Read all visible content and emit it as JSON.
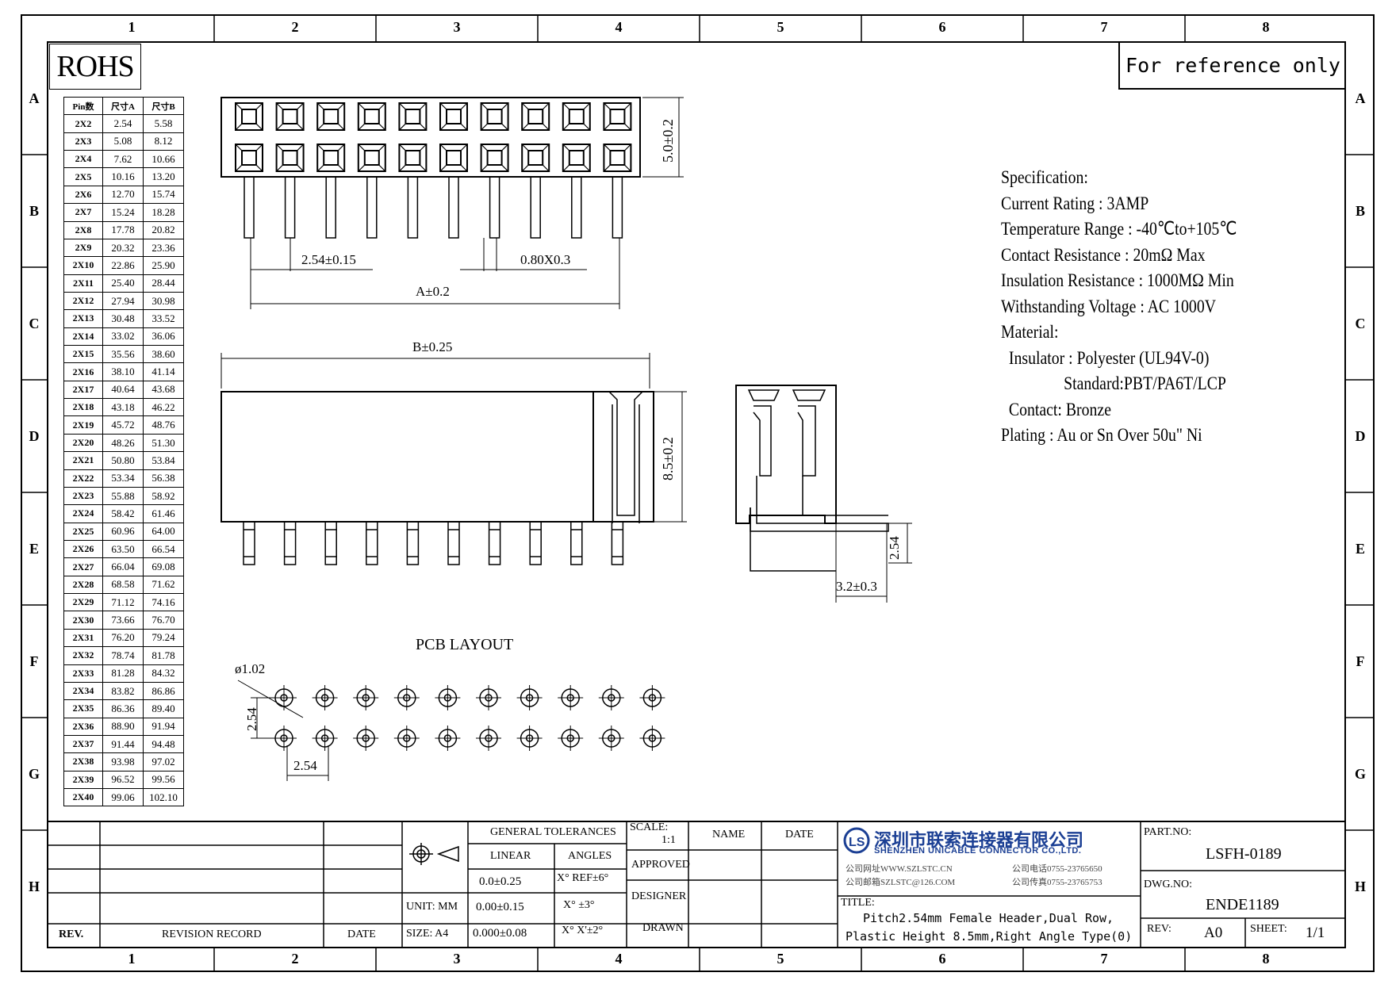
{
  "zones": {
    "columns": [
      "1",
      "2",
      "3",
      "4",
      "5",
      "6",
      "7",
      "8"
    ],
    "rows": [
      "A",
      "B",
      "C",
      "D",
      "E",
      "F",
      "G",
      "H"
    ]
  },
  "header": {
    "rohs": "ROHS",
    "reference_note": "For reference only"
  },
  "pin_table": {
    "headers": [
      "Pin数",
      "尺寸A",
      "尺寸B"
    ],
    "rows": [
      [
        "2X2",
        "2.54",
        "5.58"
      ],
      [
        "2X3",
        "5.08",
        "8.12"
      ],
      [
        "2X4",
        "7.62",
        "10.66"
      ],
      [
        "2X5",
        "10.16",
        "13.20"
      ],
      [
        "2X6",
        "12.70",
        "15.74"
      ],
      [
        "2X7",
        "15.24",
        "18.28"
      ],
      [
        "2X8",
        "17.78",
        "20.82"
      ],
      [
        "2X9",
        "20.32",
        "23.36"
      ],
      [
        "2X10",
        "22.86",
        "25.90"
      ],
      [
        "2X11",
        "25.40",
        "28.44"
      ],
      [
        "2X12",
        "27.94",
        "30.98"
      ],
      [
        "2X13",
        "30.48",
        "33.52"
      ],
      [
        "2X14",
        "33.02",
        "36.06"
      ],
      [
        "2X15",
        "35.56",
        "38.60"
      ],
      [
        "2X16",
        "38.10",
        "41.14"
      ],
      [
        "2X17",
        "40.64",
        "43.68"
      ],
      [
        "2X18",
        "43.18",
        "46.22"
      ],
      [
        "2X19",
        "45.72",
        "48.76"
      ],
      [
        "2X20",
        "48.26",
        "51.30"
      ],
      [
        "2X21",
        "50.80",
        "53.84"
      ],
      [
        "2X22",
        "53.34",
        "56.38"
      ],
      [
        "2X23",
        "55.88",
        "58.92"
      ],
      [
        "2X24",
        "58.42",
        "61.46"
      ],
      [
        "2X25",
        "60.96",
        "64.00"
      ],
      [
        "2X26",
        "63.50",
        "66.54"
      ],
      [
        "2X27",
        "66.04",
        "69.08"
      ],
      [
        "2X28",
        "68.58",
        "71.62"
      ],
      [
        "2X29",
        "71.12",
        "74.16"
      ],
      [
        "2X30",
        "73.66",
        "76.70"
      ],
      [
        "2X31",
        "76.20",
        "79.24"
      ],
      [
        "2X32",
        "78.74",
        "81.78"
      ],
      [
        "2X33",
        "81.28",
        "84.32"
      ],
      [
        "2X34",
        "83.82",
        "86.86"
      ],
      [
        "2X35",
        "86.36",
        "89.40"
      ],
      [
        "2X36",
        "88.90",
        "91.94"
      ],
      [
        "2X37",
        "91.44",
        "94.48"
      ],
      [
        "2X38",
        "93.98",
        "97.02"
      ],
      [
        "2X39",
        "96.52",
        "99.56"
      ],
      [
        "2X40",
        "99.06",
        "102.10"
      ]
    ]
  },
  "dimensions": {
    "top_height": "5.0±0.2",
    "pitch": "2.54±0.15",
    "pin_size": "0.80X0.3",
    "a_dim": "A±0.2",
    "b_dim": "B±0.25",
    "side_height": "8.5±0.2",
    "side_pitch": "2.54",
    "side_offset": "3.2±0.3",
    "pcb_title": "PCB LAYOUT",
    "pcb_hole": "ø1.02",
    "pcb_row_pitch": "2.54",
    "pcb_col_pitch": "2.54"
  },
  "specification": {
    "lines": [
      "Specification:",
      "Current Rating : 3AMP",
      "Temperature Range : -40℃to+105℃",
      "Contact Resistance : 20mΩ Max",
      "Insulation Resistance : 1000MΩ Min",
      "Withstanding Voltage : AC 1000V",
      "Material:",
      "  Insulator : Polyester (UL94V-0)",
      "                Standard:PBT/PA6T/LCP",
      "  Contact: Bronze",
      "Plating : Au or Sn Over 50u\" Ni"
    ]
  },
  "title_block": {
    "rev_label": "REV.",
    "revision_record": "REVISION RECORD",
    "date_label": "DATE",
    "general_tolerances": "GENERAL TOLERANCES",
    "linear": "LINEAR",
    "angles": "ANGLES",
    "tol_1": "0.0±0.25",
    "tol_2": "0.00±0.15",
    "tol_3": "0.000±0.08",
    "ang_1": "X° REF±6°",
    "ang_2": "X° ±3°",
    "ang_3": "X° X'±2°",
    "unit": "UNIT: MM",
    "size": "SIZE: A4",
    "scale_label": "SCALE:",
    "scale_value": "1:1",
    "name_label": "NAME",
    "date_col_label": "DATE",
    "approved": "APPROVED",
    "designer": "DESIGNER",
    "drawn": "DRAWN",
    "company_cn": "深圳市联索连接器有限公司",
    "company_en": "SHENZHEN UNICABLE CONNECTOR CO.,LTD.",
    "web": "公司网址WWW.SZLSTC.CN",
    "email": "公司邮箱SZLSTC@126.COM",
    "phone": "公司电话0755-23765650",
    "fax": "公司传真0755-23765753",
    "title_label": "TITLE:",
    "title_line1": "Pitch2.54mm Female Header,Dual Row,",
    "title_line2": "Plastic Height 8.5mm,Right Angle Type(0)",
    "part_no_label": "PART.NO:",
    "part_no": "LSFH-0189",
    "dwg_no_label": "DWG.NO:",
    "dwg_no": "ENDE1189",
    "rev_label2": "REV:",
    "rev_value": "A0",
    "sheet_label": "SHEET:",
    "sheet_value": "1/1"
  }
}
